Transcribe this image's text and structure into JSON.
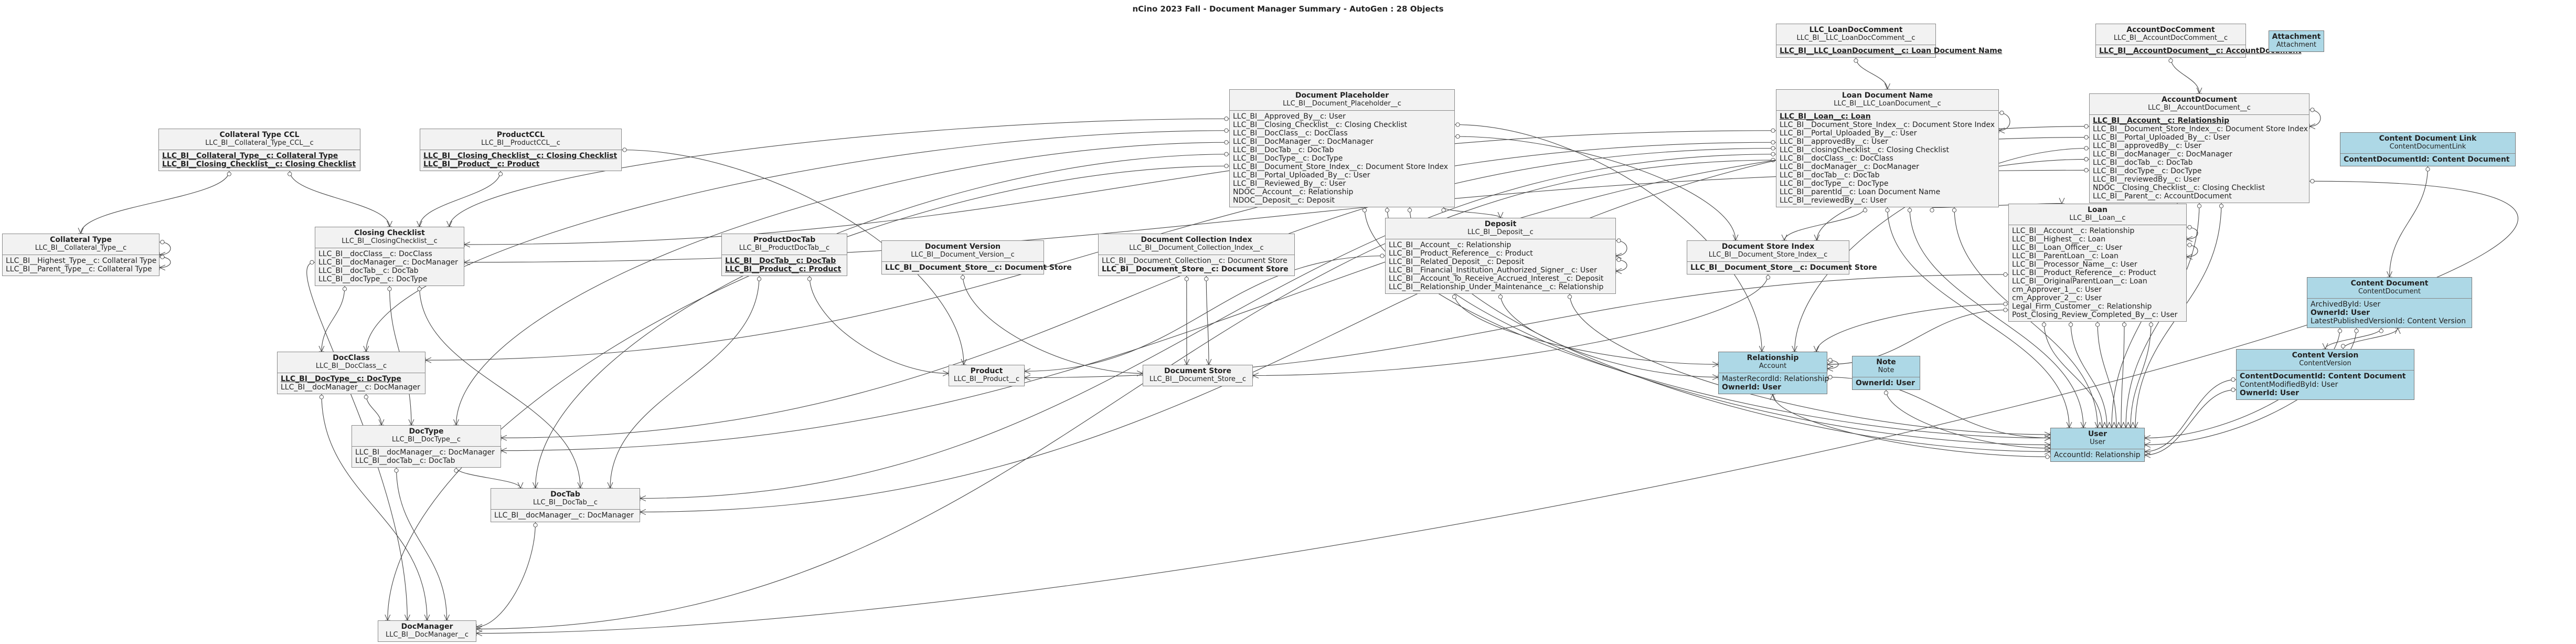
{
  "title": "nCino 2023 Fall - Document Manager Summary - AutoGen : 28 Objects",
  "entities": {
    "llc_loandoccomment": {
      "name": "LLC_LoanDocComment",
      "api": "LLC_BI__LLC_LoanDocComment__c",
      "keys": [
        "LLC_BI__LLC_LoanDocument__c: Loan Document Name"
      ],
      "fields": []
    },
    "accountdoccomment": {
      "name": "AccountDocComment",
      "api": "LLC_BI__AccountDocComment__c",
      "keys": [
        "LLC_BI__AccountDocument__c: AccountDocument"
      ],
      "fields": []
    },
    "attachment": {
      "name": "Attachment",
      "api": "Attachment",
      "keys": [],
      "fields": []
    },
    "document_placeholder": {
      "name": "Document Placeholder",
      "api": "LLC_BI__Document_Placeholder__c",
      "keys": [],
      "fields": [
        "LLC_BI__Approved_By__c: User",
        "LLC_BI__Closing_Checklist__c: Closing Checklist",
        "LLC_BI__DocClass__c: DocClass",
        "LLC_BI__DocManager__c: DocManager",
        "LLC_BI__DocTab__c: DocTab",
        "LLC_BI__DocType__c: DocType",
        "LLC_BI__Document_Store_Index__c: Document Store Index",
        "LLC_BI__Portal_Uploaded_By__c: User",
        "LLC_BI__Reviewed_By__c: User",
        "NDOC__Account__c: Relationship",
        "NDOC__Deposit__c: Deposit"
      ]
    },
    "loan_document_name": {
      "name": "Loan Document Name",
      "api": "LLC_BI__LLC_LoanDocument__c",
      "keys": [
        "LLC_BI__Loan__c: Loan"
      ],
      "fields": [
        "LLC_BI__Document_Store_Index__c: Document Store Index",
        "LLC_BI__Portal_Uploaded_By__c: User",
        "LLC_BI__approvedBy__c: User",
        "LLC_BI__closingChecklist__c: Closing Checklist",
        "LLC_BI__docClass__c: DocClass",
        "LLC_BI__docManager__c: DocManager",
        "LLC_BI__docTab__c: DocTab",
        "LLC_BI__docType__c: DocType",
        "LLC_BI__parentId__c: Loan Document Name",
        "LLC_BI__reviewedBy__c: User"
      ]
    },
    "accountdocument": {
      "name": "AccountDocument",
      "api": "LLC_BI__AccountDocument__c",
      "keys": [
        "LLC_BI__Account__c: Relationship"
      ],
      "fields": [
        "LLC_BI__Document_Store_Index__c: Document Store Index",
        "LLC_BI__Portal_Uploaded_By__c: User",
        "LLC_BI__approvedBy__c: User",
        "LLC_BI__docManager__c: DocManager",
        "LLC_BI__docTab__c: DocTab",
        "LLC_BI__docType__c: DocType",
        "LLC_BI__reviewedBy__c: User",
        "NDOC__Closing_Checklist__c: Closing Checklist",
        "LLC_BI__Parent__c: AccountDocument"
      ]
    },
    "content_document_link": {
      "name": "Content Document Link",
      "api": "ContentDocumentLink",
      "keys": [],
      "fields": [],
      "bold": [
        "ContentDocumentId: Content Document"
      ]
    },
    "collateral_type_ccl": {
      "name": "Collateral Type CCL",
      "api": "LLC_BI__Collateral_Type_CCL__c",
      "keys": [
        "LLC_BI__Collateral_Type__c: Collateral Type",
        "LLC_BI__Closing_Checklist__c: Closing Checklist"
      ],
      "fields": []
    },
    "productccl": {
      "name": "ProductCCL",
      "api": "LLC_BI__ProductCCL__c",
      "keys": [
        "LLC_BI__Closing_Checklist__c: Closing Checklist",
        "LLC_BI__Product__c: Product"
      ],
      "fields": []
    },
    "collateral_type": {
      "name": "Collateral Type",
      "api": "LLC_BI__Collateral_Type__c",
      "keys": [],
      "fields": [
        "LLC_BI__Highest_Type__c: Collateral Type",
        "LLC_BI__Parent_Type__c: Collateral Type"
      ]
    },
    "closing_checklist": {
      "name": "Closing Checklist",
      "api": "LLC_BI__ClosingChecklist__c",
      "keys": [],
      "fields": [
        "LLC_BI__docClass__c: DocClass",
        "LLC_BI__docManager__c: DocManager",
        "LLC_BI__docTab__c: DocTab",
        "LLC_BI__docType__c: DocType"
      ]
    },
    "productdoctab": {
      "name": "ProductDocTab",
      "api": "LLC_BI__ProductDocTab__c",
      "keys": [
        "LLC_BI__DocTab__c: DocTab",
        "LLC_BI__Product__c: Product"
      ],
      "fields": []
    },
    "document_version": {
      "name": "Document Version",
      "api": "LLC_BI__Document_Version__c",
      "keys": [],
      "fields": [],
      "bold": [
        "LLC_BI__Document_Store__c: Document Store"
      ]
    },
    "document_collection_index": {
      "name": "Document Collection Index",
      "api": "LLC_BI__Document_Collection_Index__c",
      "keys": [],
      "fields": [
        "LLC_BI__Document_Collection__c: Document Store"
      ],
      "bold": [
        "LLC_BI__Document_Store__c: Document Store"
      ]
    },
    "deposit": {
      "name": "Deposit",
      "api": "LLC_BI__Deposit__c",
      "keys": [],
      "fields": [
        "LLC_BI__Account__c: Relationship",
        "LLC_BI__Product_Reference__c: Product",
        "LLC_BI__Related_Deposit__c: Deposit",
        "LLC_BI__Financial_Institution_Authorized_Signer__c: User",
        "LLC_BI__Account_To_Receive_Accrued_Interest__c: Deposit",
        "LLC_BI__Relationship_Under_Maintenance__c: Relationship"
      ]
    },
    "document_store_index": {
      "name": "Document Store Index",
      "api": "LLC_BI__Document_Store_Index__c",
      "keys": [],
      "fields": [],
      "bold": [
        "LLC_BI__Document_Store__c: Document Store"
      ]
    },
    "loan": {
      "name": "Loan",
      "api": "LLC_BI__Loan__c",
      "keys": [],
      "fields": [
        "LLC_BI__Account__c: Relationship",
        "LLC_BI__Highest__c: Loan",
        "LLC_BI__Loan_Officer__c: User",
        "LLC_BI__ParentLoan__c: Loan",
        "LLC_BI__Processor_Name__c: User",
        "LLC_BI__Product_Reference__c: Product",
        "LLC_BI__OriginalParentLoan__c: Loan",
        "cm_Approver_1__c: User",
        "cm_Approver_2__c: User",
        "Legal_Firm_Customer__c: Relationship",
        "Post_Closing_Review_Completed_By__c: User"
      ]
    },
    "content_document": {
      "name": "Content Document",
      "api": "ContentDocument",
      "keys": [],
      "fields": [
        "ArchivedById: User"
      ],
      "bold": [
        "OwnerId: User"
      ],
      "fields2": [
        "LatestPublishedVersionId: Content Version"
      ]
    },
    "docclass": {
      "name": "DocClass",
      "api": "LLC_BI__DocClass__c",
      "keys": [
        "LLC_BI__DocType__c: DocType"
      ],
      "fields": [
        "LLC_BI__docManager__c: DocManager"
      ]
    },
    "product": {
      "name": "Product",
      "api": "LLC_BI__Product__c",
      "keys": [],
      "fields": []
    },
    "document_store": {
      "name": "Document Store",
      "api": "LLC_BI__Document_Store__c",
      "keys": [],
      "fields": []
    },
    "relationship": {
      "name": "Relationship",
      "api": "Account",
      "keys": [],
      "fields": [
        "MasterRecordId: Relationship"
      ],
      "bold": [
        "OwnerId: User"
      ]
    },
    "note": {
      "name": "Note",
      "api": "Note",
      "keys": [],
      "fields": [],
      "bold": [
        "OwnerId: User"
      ]
    },
    "content_version": {
      "name": "Content Version",
      "api": "ContentVersion",
      "keys": [],
      "fields": [],
      "bold": [
        "ContentDocumentId: Content Document"
      ],
      "fields2": [
        "ContentModifiedById: User"
      ],
      "bold2": [
        "OwnerId: User"
      ]
    },
    "doctype": {
      "name": "DocType",
      "api": "LLC_BI__DocType__c",
      "keys": [],
      "fields": [
        "LLC_BI__docManager__c: DocManager",
        "LLC_BI__docTab__c: DocTab"
      ]
    },
    "user": {
      "name": "User",
      "api": "User",
      "keys": [],
      "fields": [
        "AccountId: Relationship"
      ]
    },
    "doctab": {
      "name": "DocTab",
      "api": "LLC_BI__DocTab__c",
      "keys": [],
      "fields": [
        "LLC_BI__docManager__c: DocManager"
      ]
    },
    "docmanager": {
      "name": "DocManager",
      "api": "LLC_BI__DocManager__c",
      "keys": [],
      "fields": []
    }
  }
}
